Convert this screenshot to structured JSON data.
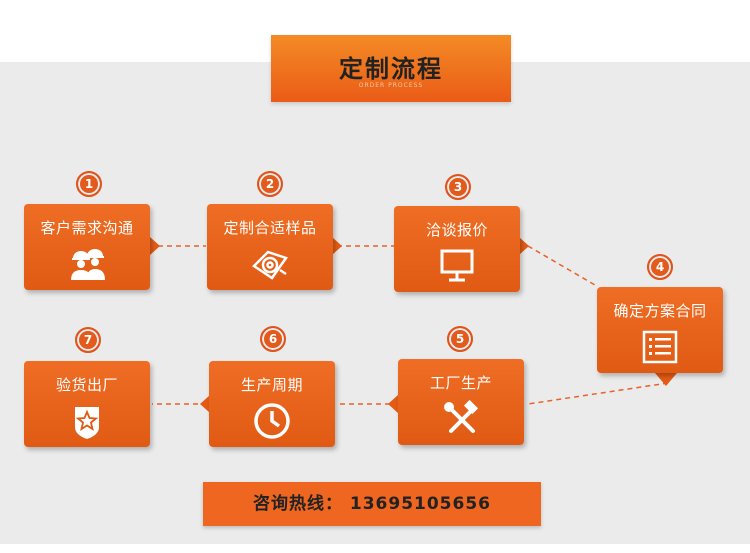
{
  "header": {
    "title": "定制流程",
    "subtitle": "ORDER PROCESS"
  },
  "steps": [
    {
      "num": "1",
      "label": "客户需求沟通",
      "icon": "workers-icon"
    },
    {
      "num": "2",
      "label": "定制合适样品",
      "icon": "tape-measure-icon"
    },
    {
      "num": "3",
      "label": "洽谈报价",
      "icon": "monitor-icon"
    },
    {
      "num": "4",
      "label": "确定方案合同",
      "icon": "document-list-icon"
    },
    {
      "num": "5",
      "label": "工厂生产",
      "icon": "tools-icon"
    },
    {
      "num": "6",
      "label": "生产周期",
      "icon": "clock-icon"
    },
    {
      "num": "7",
      "label": "验货出厂",
      "icon": "star-shield-icon"
    }
  ],
  "hotline": {
    "text": "咨询热线： 13695105656"
  },
  "colors": {
    "accent": "#e85d18",
    "panel": "#ebebeb",
    "title_gradient_top": "#f48b25"
  }
}
